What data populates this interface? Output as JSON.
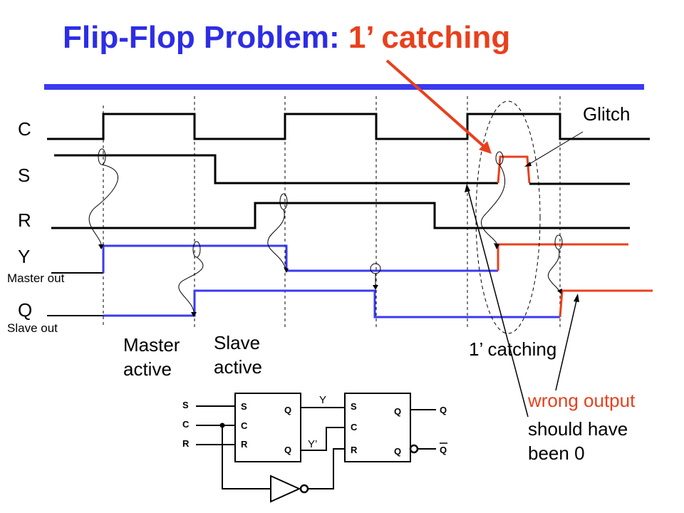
{
  "title": {
    "main": "Flip-Flop Problem: ",
    "accent": "1’ catching"
  },
  "signals": {
    "c": "C",
    "s": "S",
    "r": "R",
    "y": "Y",
    "q": "Q"
  },
  "side_labels": {
    "master_out": "Master out",
    "slave_out": "Slave out"
  },
  "annotations": {
    "master_active": [
      "Master",
      "active"
    ],
    "slave_active": [
      "Slave",
      "active"
    ],
    "glitch": "Glitch",
    "one_catching": "1’ catching",
    "wrong_output": "wrong output",
    "should_have": [
      "should have",
      "been 0"
    ]
  },
  "circuit": {
    "inputs": {
      "s": "S",
      "c": "C",
      "r": "R"
    },
    "master": {
      "s": "S",
      "c": "C",
      "r": "R",
      "q": "Q",
      "qbar": "Q"
    },
    "slave": {
      "s": "S",
      "c": "C",
      "r": "R",
      "q": "Q",
      "qbar": "Q"
    },
    "wires": {
      "y": "Y",
      "yprime": "Y’"
    },
    "outputs": {
      "q": "Q",
      "qbar": "Q"
    }
  },
  "colors": {
    "title": "#2d2de6",
    "accent": "#e8401c",
    "signal": "#000000",
    "flipflop_out": "#3a3af0",
    "error": "#e8401c"
  }
}
